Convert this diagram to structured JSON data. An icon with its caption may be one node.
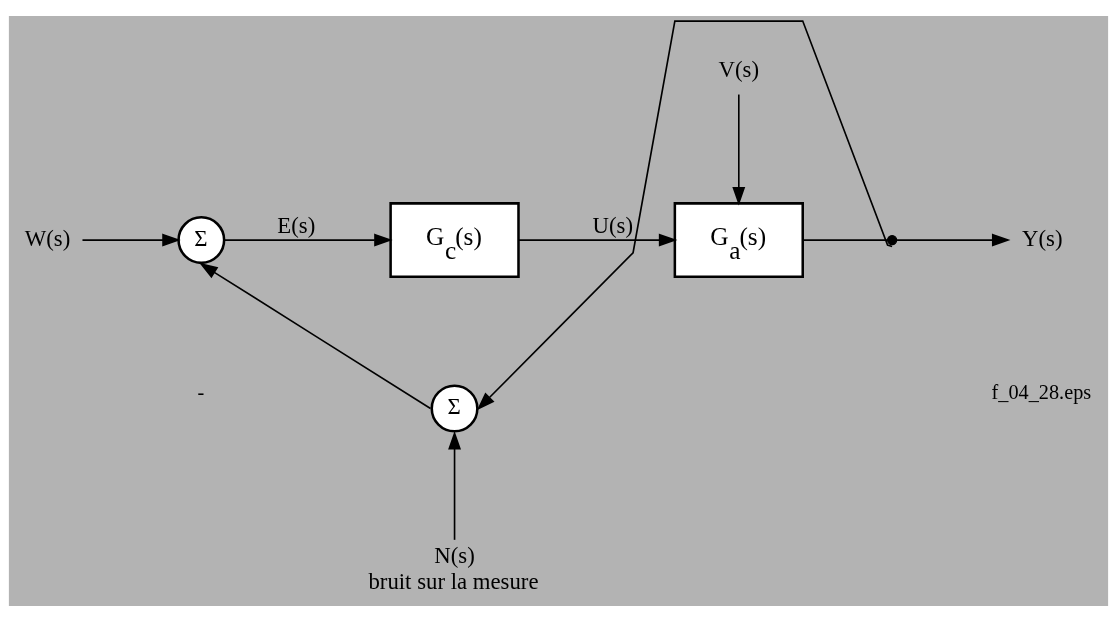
{
  "diagram": {
    "nodes": [
      {
        "text": [
          "W(s)"
        ]
      },
      {
        "text": [
          "Σ"
        ]
      },
      {
        "text": [
          "G$_{c}$(s)"
        ]
      },
      {
        "text": [
          "V(s)"
        ]
      },
      {
        "text": [
          "G$_{a}$(s)"
        ]
      },
      {
        "text": [],
        "shape": "dot"
      },
      {
        "text": [
          "Y(s)"
        ]
      },
      {
        "text": [
          "Σ"
        ]
      },
      {
        "text": [
          "N(s)"
        ],
        "beside": [
          "bruit sur la mesure"
        ]
      }
    ],
    "edges": [
      {
        "from": 0,
        "to": 1,
        "arrow": "to"
      },
      {
        "from": 1,
        "to": 2,
        "arrow": "to",
        "label": "E(s)"
      },
      {
        "from": 2,
        "to": 4,
        "arrow": "to",
        "label": "U(s)"
      },
      {
        "from": 3,
        "to": 4,
        "arrow": "to"
      },
      {
        "from": 4,
        "to": 5,
        "arrow": "none"
      },
      {
        "from": 5,
        "to": 6,
        "arrow": "to"
      },
      {
        "from": 5,
        "to": 7,
        "arrow": "to"
      },
      {
        "from": 8,
        "to": 7,
        "arrow": "to"
      },
      {
        "from": 7,
        "to": 1,
        "arrow": "to"
      }
    ],
    "labels": [
      "-",
      "f_04_28.eps"
    ]
  }
}
